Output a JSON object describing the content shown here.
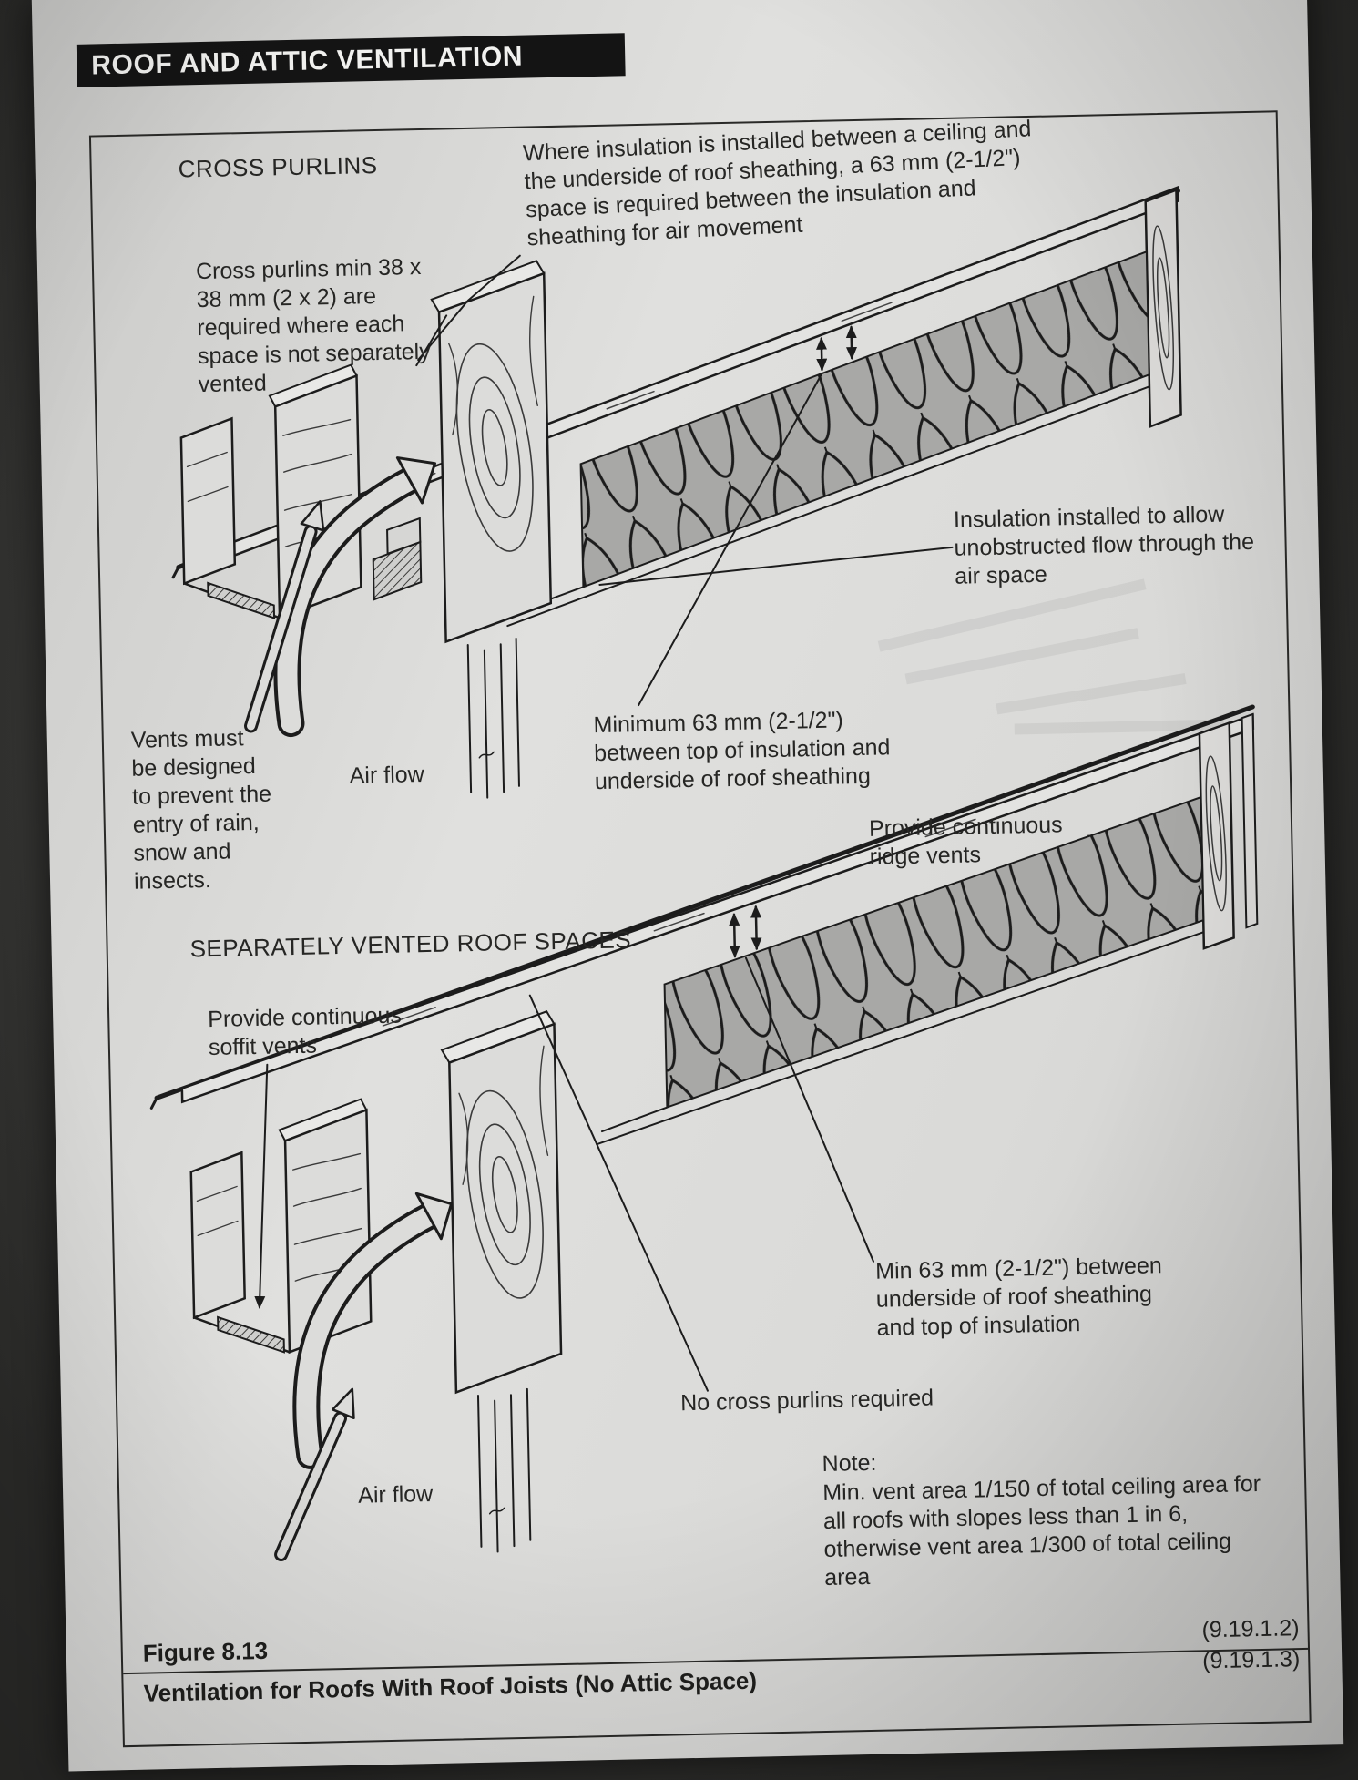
{
  "page": {
    "header_title": "ROOF AND ATTIC VENTILATION"
  },
  "diagram1": {
    "title": "CROSS PURLINS",
    "intro_note": "Where insulation is installed between a ceiling and the underside of roof sheathing, a 63 mm (2-1/2\") space is required between the insulation and sheathing for air movement",
    "cross_purlins_note": "Cross purlins min 38 x 38 mm (2 x 2) are required where each space is not separately vented",
    "insulation_note": "Insulation installed to allow unobstructed flow through the air space",
    "vents_note": "Vents must be designed to prevent the entry of rain, snow and insects.",
    "air_flow_label": "Air flow",
    "min_space_note": "Minimum 63 mm (2-1/2\") between top of insulation and underside of roof sheathing",
    "ridge_vents_note": "Provide continuous ridge vents"
  },
  "diagram2": {
    "title": "SEPARATELY VENTED ROOF SPACES",
    "soffit_vents_note": "Provide continuous soffit vents",
    "min_space_note": "Min 63 mm (2-1/2\") between underside of roof sheathing and top of insulation",
    "no_cross_purlins_note": "No cross purlins required",
    "air_flow_label": "Air flow",
    "note_label": "Note:",
    "note_text": "Min. vent area 1/150 of total ceiling area for all roofs with slopes less than 1 in 6, otherwise vent area 1/300 of total ceiling area"
  },
  "caption": {
    "figure_number": "Figure 8.13",
    "figure_title": "Ventilation for Roofs With Roof Joists (No Attic Space)",
    "code_ref_1": "(9.19.1.2)",
    "code_ref_2": "(9.19.1.3)"
  },
  "colors": {
    "page_background": "#dcdcda",
    "header_bar": "#141414",
    "ink": "#1c1c1c",
    "insulation_fill": "#a8a8a6"
  }
}
